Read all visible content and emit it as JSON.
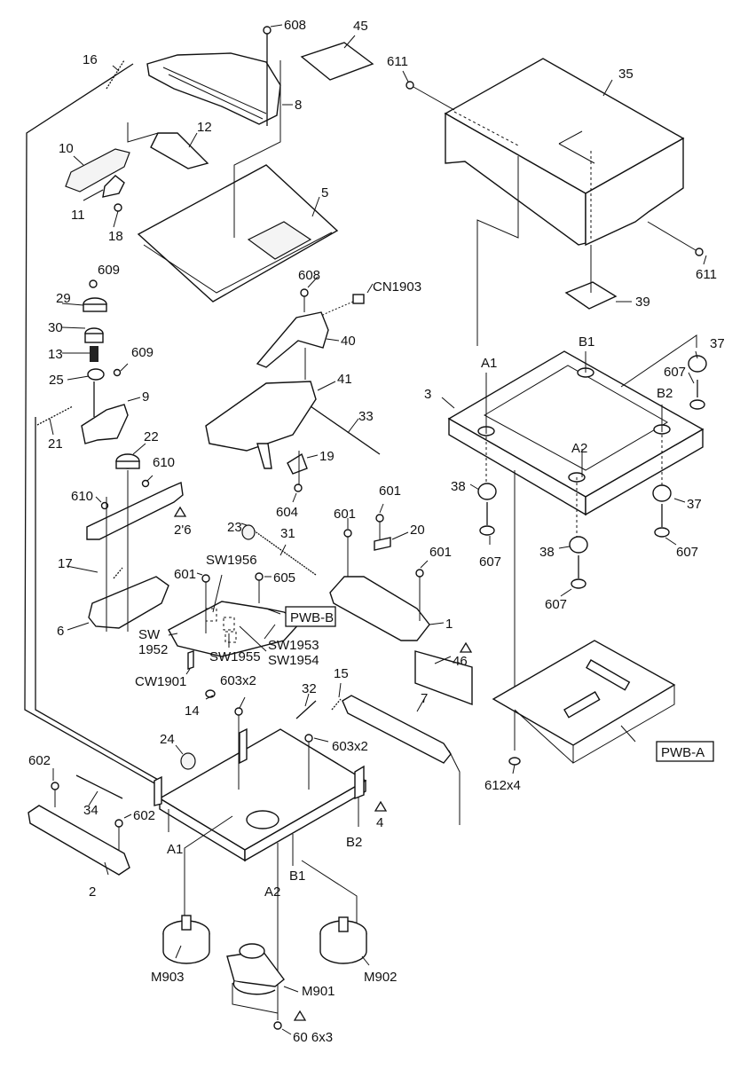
{
  "diagram": {
    "type": "exploded-parts-view",
    "labels": {
      "p608a": "608",
      "p45": "45",
      "p611a": "611",
      "p35": "35",
      "p16": "16",
      "p8": "8",
      "p12": "12",
      "p10": "10",
      "p11": "11",
      "p18": "18",
      "p5": "5",
      "p611b": "611",
      "p39": "39",
      "p609a": "609",
      "p29": "29",
      "p30": "30",
      "p13": "13",
      "p25": "25",
      "p609b": "609",
      "p9": "9",
      "p21": "21",
      "p22": "22",
      "p610a": "610",
      "p610b": "610",
      "p26": "2'6",
      "p17": "17",
      "p6": "6",
      "p608b": "608",
      "cn1903": "CN1903",
      "p40": "40",
      "p41": "41",
      "p33": "33",
      "p19": "19",
      "p604": "604",
      "p3": "3",
      "a1top": "A1",
      "b1top": "B1",
      "a2top": "A2",
      "b2top": "B2",
      "p37a": "37",
      "p607a": "607",
      "p38a": "38",
      "p37b": "37",
      "p607b": "607",
      "p607c": "607",
      "p38b": "38",
      "p607d": "607",
      "p23": "23",
      "p31": "31",
      "p601a": "601",
      "p601b": "601",
      "p20": "20",
      "p601c": "601",
      "p1": "1",
      "p601d": "601",
      "sw1956": "SW1956",
      "p605": "605",
      "pwbb": "PWB-B",
      "sw1952a": "SW",
      "sw1952b": "1952",
      "sw1955": "SW1955",
      "sw1953": "SW1953",
      "sw1954": "SW1954",
      "cw1901": "CW1901",
      "p46": "46",
      "p7": "7",
      "pwba": "PWB-A",
      "p612": "612x4",
      "p603a": "603x2",
      "p14": "14",
      "p32": "32",
      "p15": "15",
      "p603b": "603x2",
      "p24": "24",
      "p602a": "602",
      "p34": "34",
      "p602b": "602",
      "a1bot": "A1",
      "p4": "4",
      "b2bot": "B2",
      "a2bot": "A2",
      "b1bot": "B1",
      "p2": "2",
      "m903": "M903",
      "m901": "M901",
      "m902": "M902",
      "p606": "60 6x3"
    },
    "safety_marks": [
      "2'6",
      "46",
      "4",
      "606"
    ]
  }
}
